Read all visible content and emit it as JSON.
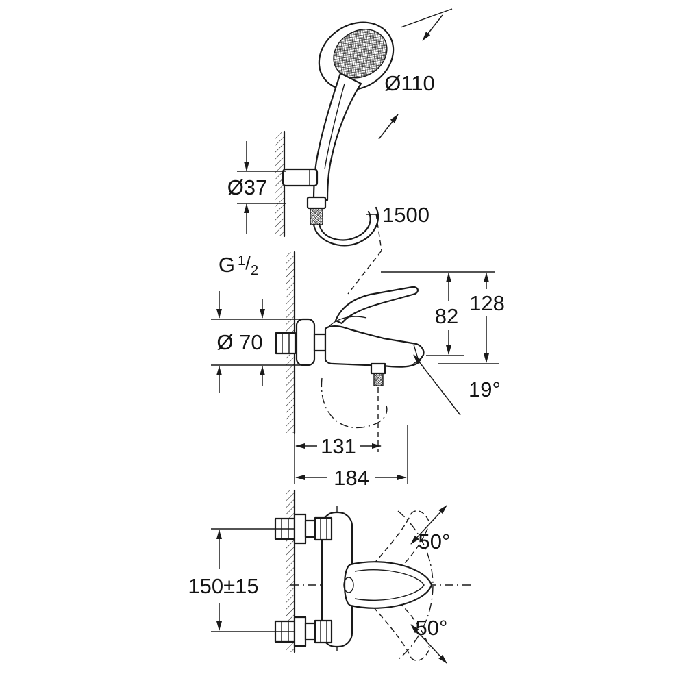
{
  "drawing": {
    "type": "installation-dimension-drawing",
    "views": [
      "hand-shower-with-wall-holder",
      "mixer-side-view",
      "mixer-plan-view"
    ]
  },
  "style": {
    "line_color": "#1a1a1a",
    "background": "#ffffff"
  },
  "dimensions": {
    "shower_head_diameter": "Ø110",
    "holder_diameter": "Ø37",
    "hose_length": "1500",
    "thread": {
      "g": "G",
      "num": "1",
      "slash": "/",
      "den": "2"
    },
    "escutcheon_diameter": "Ø 70",
    "spout_height": "82",
    "total_height": "128",
    "spout_angle": "19°",
    "spout_reach": "131",
    "total_reach": "184",
    "connection_centers": "150±15",
    "swivel_angle_up": "50°",
    "swivel_angle_down": "50°"
  }
}
